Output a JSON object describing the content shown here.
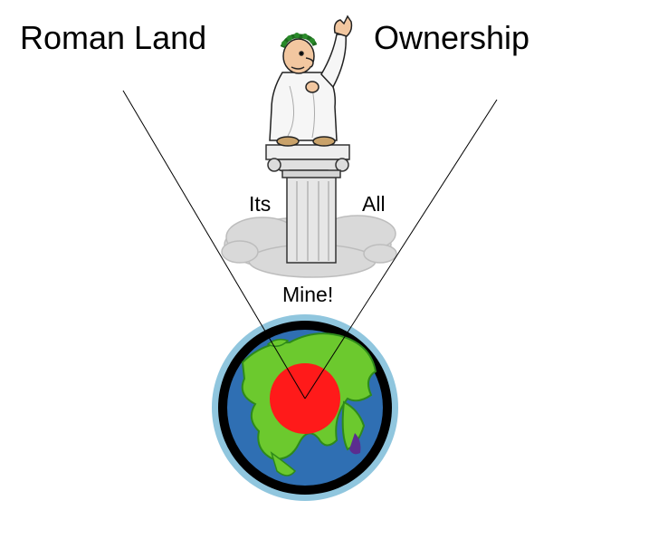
{
  "title": {
    "left": "Roman Land",
    "right": "Ownership"
  },
  "speech": {
    "word1": "Its",
    "word2": "All",
    "word3": "Mine!"
  },
  "colors": {
    "background": "#ffffff",
    "ocean": "#2f6fb3",
    "ocean_rim": "#90c6de",
    "outline": "#000000",
    "land": "#6cc92e",
    "land_dark": "#2e8a1a",
    "core": "#ff1a1a",
    "cloud": "#d8d8d8",
    "toga": "#f4f4f4",
    "skin": "#f2c7a0"
  },
  "icons": {
    "figure": "emperor-figure-icon",
    "globe": "earth-globe-icon"
  }
}
